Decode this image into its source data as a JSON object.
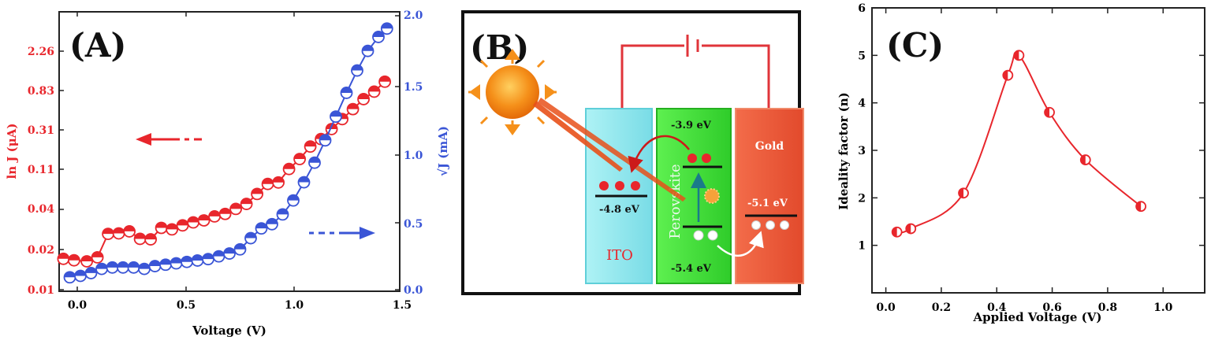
{
  "charts": {
    "a": {
      "panel_label": "(A)",
      "xlabel": "Voltage (V)",
      "ylabel_left": "ln J (μA)",
      "ylabel_right": "√J (mA)",
      "x_ticks": [
        "0.0",
        "0.5",
        "1.0",
        "1.5"
      ],
      "left_ticks": [
        "0.01",
        "0.02",
        "0.04",
        "0.11",
        "0.31",
        "0.83",
        "2.26"
      ],
      "right_ticks": [
        "0.0",
        "0.5",
        "1.0",
        "1.5",
        "2.0"
      ]
    },
    "b": {
      "panel_label": "(B)",
      "ito": "ITO",
      "perovskite": "Perovskite",
      "gold": "Gold",
      "e1": "-3.9 eV",
      "e2": "-4.8 eV",
      "e3": "-5.4 eV",
      "e4": "-5.1 eV"
    },
    "c": {
      "panel_label": "(C)",
      "xlabel": "Applied Voltage (V)",
      "ylabel": "Ideality factor (n)",
      "x_ticks": [
        "0.0",
        "0.2",
        "0.4",
        "0.6",
        "0.8",
        "1.0"
      ],
      "y_ticks": [
        "1",
        "2",
        "3",
        "4",
        "5",
        "6"
      ]
    }
  },
  "colors": {
    "red": "#e8262c",
    "blue": "#3a55d6",
    "cyan": "#8fe6ee",
    "green": "#3fd83a",
    "gold": "#ee5a3c"
  },
  "chart_data": [
    {
      "type": "line",
      "title": "",
      "xlabel": "Voltage (V)",
      "xlim": [
        -0.1,
        1.5
      ],
      "series": [
        {
          "name": "ln J (μA)",
          "axis": "left",
          "ylim": [
            -4.6,
            1.0
          ],
          "x": [
            -0.08,
            -0.03,
            0.03,
            0.08,
            0.13,
            0.18,
            0.23,
            0.28,
            0.33,
            0.38,
            0.43,
            0.48,
            0.53,
            0.58,
            0.63,
            0.68,
            0.73,
            0.78,
            0.83,
            0.88,
            0.93,
            0.98,
            1.03,
            1.08,
            1.13,
            1.18,
            1.23,
            1.28,
            1.33,
            1.38,
            1.43
          ],
          "y": [
            -3.95,
            -3.98,
            -4.0,
            -3.92,
            -3.45,
            -3.44,
            -3.4,
            -3.55,
            -3.56,
            -3.33,
            -3.36,
            -3.28,
            -3.22,
            -3.18,
            -3.1,
            -3.05,
            -2.95,
            -2.85,
            -2.65,
            -2.45,
            -2.42,
            -2.15,
            -1.95,
            -1.7,
            -1.55,
            -1.35,
            -1.15,
            -0.95,
            -0.75,
            -0.6,
            -0.4
          ]
        },
        {
          "name": "√J (mA)",
          "axis": "right",
          "ylim": [
            0.0,
            2.0
          ],
          "x": [
            -0.05,
            0.0,
            0.05,
            0.1,
            0.15,
            0.2,
            0.25,
            0.3,
            0.35,
            0.4,
            0.45,
            0.5,
            0.55,
            0.6,
            0.65,
            0.7,
            0.75,
            0.8,
            0.85,
            0.9,
            0.95,
            1.0,
            1.05,
            1.1,
            1.15,
            1.2,
            1.25,
            1.3,
            1.35,
            1.4,
            1.44
          ],
          "y": [
            0.1,
            0.11,
            0.13,
            0.16,
            0.17,
            0.17,
            0.17,
            0.16,
            0.18,
            0.19,
            0.2,
            0.21,
            0.22,
            0.23,
            0.25,
            0.27,
            0.3,
            0.38,
            0.45,
            0.48,
            0.55,
            0.65,
            0.78,
            0.92,
            1.08,
            1.25,
            1.42,
            1.58,
            1.72,
            1.82,
            1.88
          ]
        }
      ]
    },
    {
      "type": "line",
      "title": "",
      "xlabel": "Applied Voltage (V)",
      "ylabel": "Ideality factor (n)",
      "xlim": [
        -0.05,
        1.15
      ],
      "ylim": [
        0.0,
        6.0
      ],
      "series": [
        {
          "x": [
            0.04,
            0.09,
            0.28,
            0.44,
            0.48,
            0.59,
            0.72,
            0.92
          ],
          "y": [
            1.28,
            1.35,
            2.1,
            4.58,
            5.0,
            3.8,
            2.8,
            1.82
          ]
        }
      ]
    }
  ]
}
